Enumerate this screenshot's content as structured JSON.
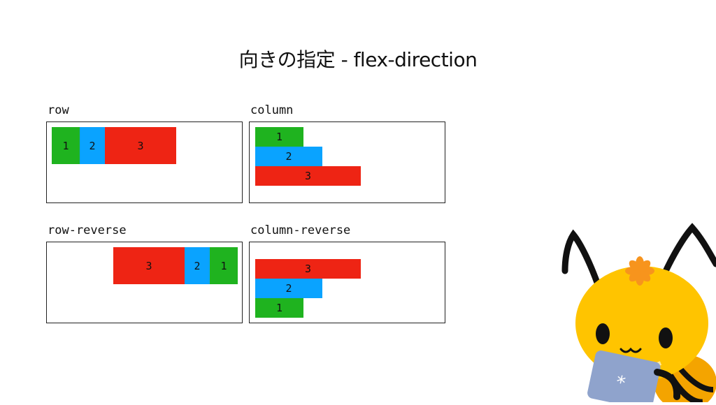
{
  "title": "向きの指定 - flex-direction",
  "panels": {
    "row": {
      "label": "row",
      "items": [
        "1",
        "2",
        "3"
      ]
    },
    "column": {
      "label": "column",
      "items": [
        "1",
        "2",
        "3"
      ]
    },
    "row_reverse": {
      "label": "row-reverse",
      "items": [
        "1",
        "2",
        "3"
      ]
    },
    "column_reverse": {
      "label": "column-reverse",
      "items": [
        "1",
        "2",
        "3"
      ]
    }
  },
  "colors": {
    "item_1": "#1fb31f",
    "item_2": "#0aa3ff",
    "item_3": "#ee2414",
    "mascot_face": "#ffc400"
  },
  "mascot": {
    "icon": "bee-mascot-with-laptop-icon"
  }
}
